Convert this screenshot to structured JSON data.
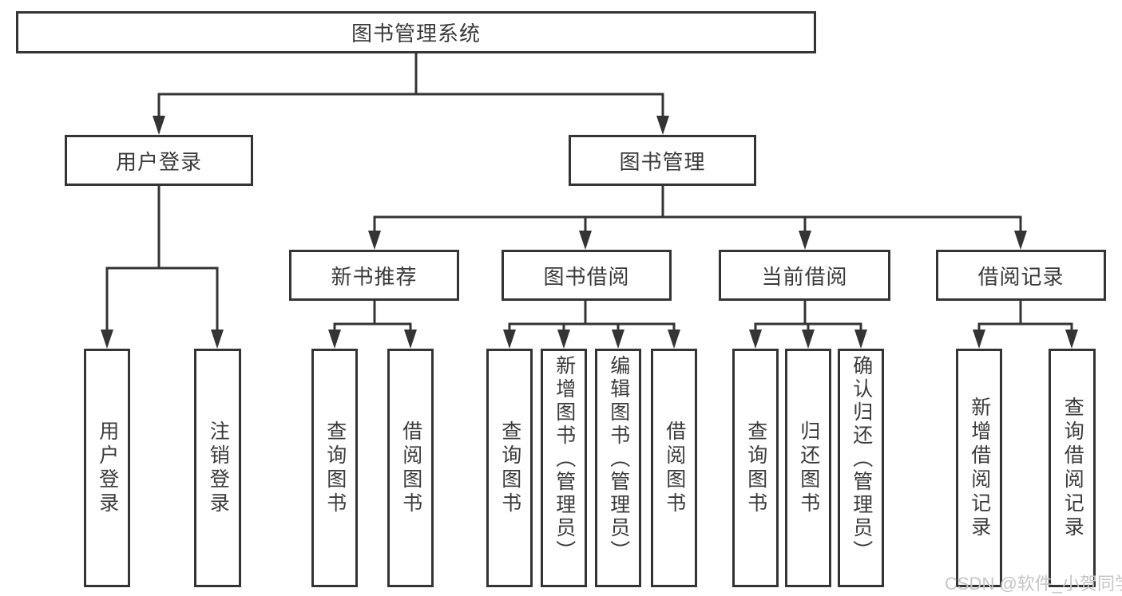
{
  "diagram": {
    "root": {
      "label": "图书管理系统"
    },
    "user_login": {
      "label": "用户登录",
      "children": [
        {
          "label": "用户登录"
        },
        {
          "label": "注销登录"
        }
      ]
    },
    "book_mgmt": {
      "label": "图书管理",
      "groups": [
        {
          "label": "新书推荐",
          "children": [
            {
              "label": "查询图书"
            },
            {
              "label": "借阅图书"
            }
          ]
        },
        {
          "label": "图书借阅",
          "children": [
            {
              "label": "查询图书"
            },
            {
              "label": "新增图书（管理员）"
            },
            {
              "label": "编辑图书（管理员）"
            },
            {
              "label": "借阅图书"
            }
          ]
        },
        {
          "label": "当前借阅",
          "children": [
            {
              "label": "查询图书"
            },
            {
              "label": "归还图书"
            },
            {
              "label": "确认归还（管理员）"
            }
          ]
        },
        {
          "label": "借阅记录",
          "children": [
            {
              "label": "新增借阅记录"
            },
            {
              "label": "查询借阅记录"
            }
          ]
        }
      ]
    }
  },
  "watermark": "CSDN @软件_小贺同学",
  "colors": {
    "line": "#343434",
    "box_border": "#343434",
    "text": "#3a3a3a",
    "watermark": "#c6c6c6",
    "background": "#ffffff"
  }
}
